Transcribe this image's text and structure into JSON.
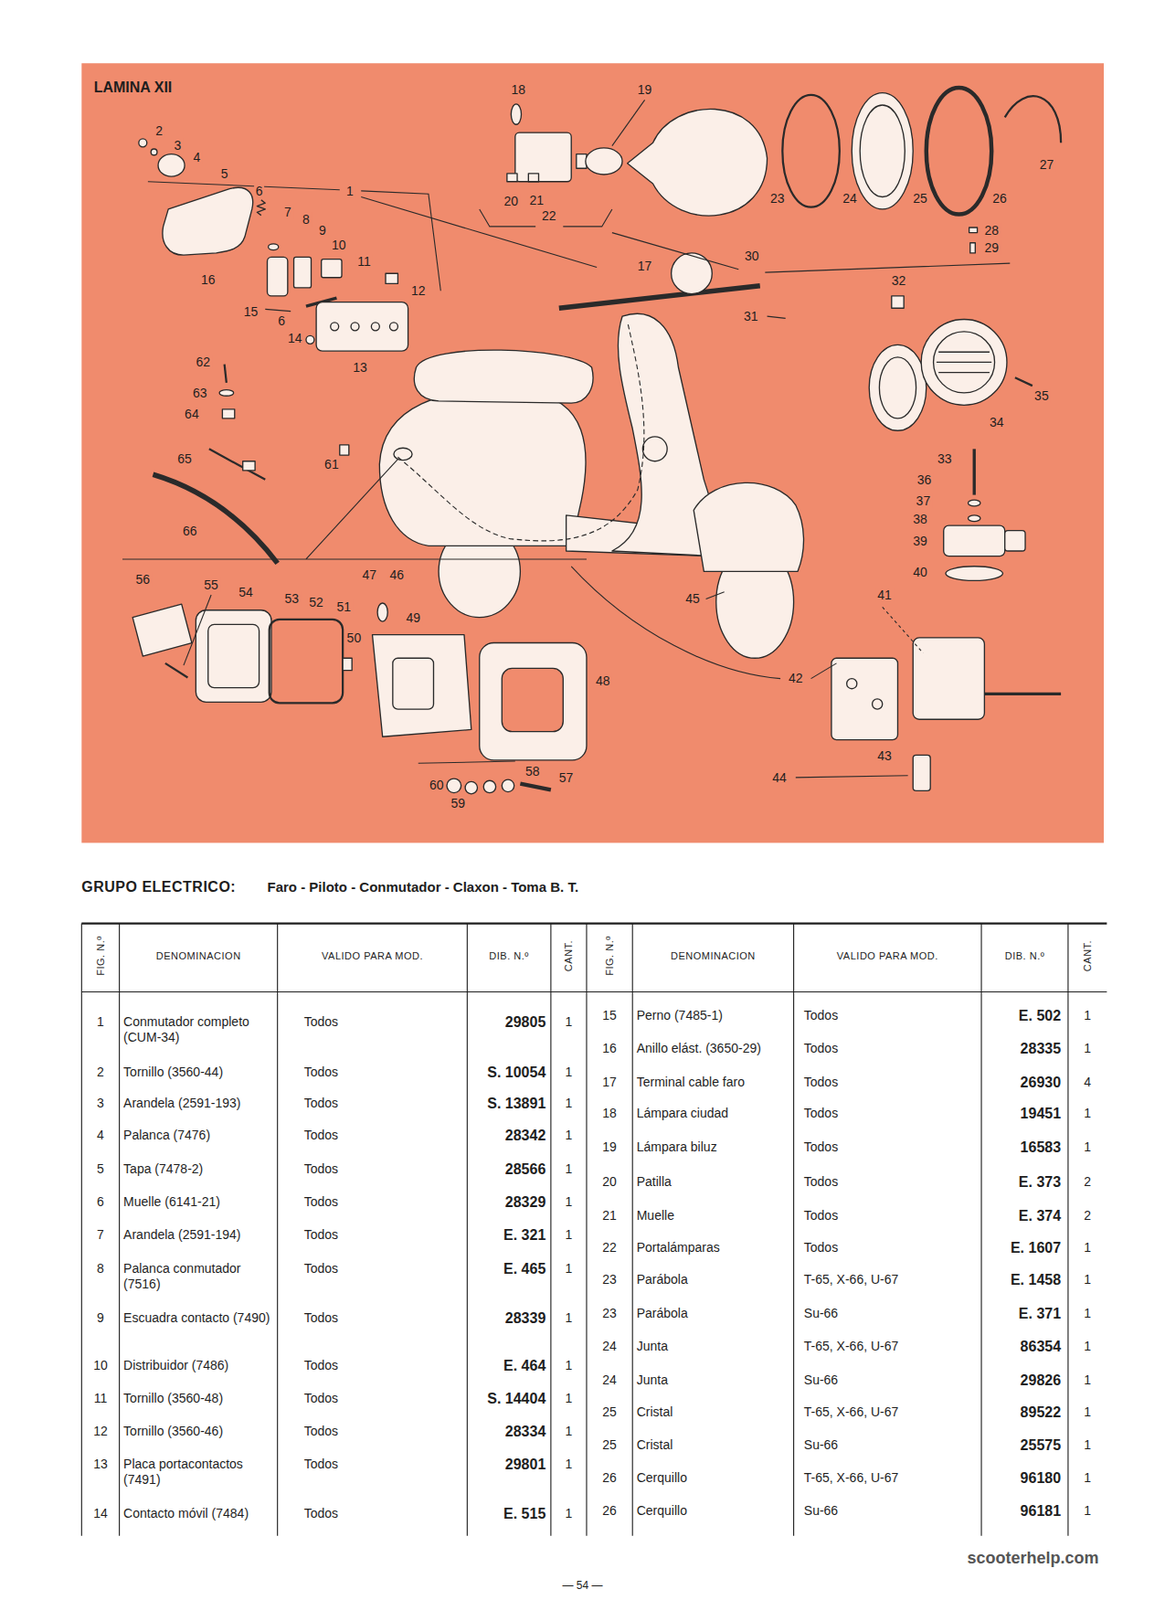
{
  "diagram": {
    "title": "GRUPO ELECTRICO:",
    "labels": [
      "LAMINA XII",
      "18",
      "19",
      "2",
      "3",
      "4",
      "5",
      "6",
      "1",
      "7",
      "8",
      "9",
      "10",
      "11",
      "12",
      "16",
      "15",
      "6",
      "14",
      "13",
      "20",
      "21",
      "22",
      "23",
      "24",
      "25",
      "26",
      "27",
      "28",
      "29",
      "30",
      "17",
      "31",
      "32",
      "35",
      "34",
      "33",
      "36",
      "37",
      "38",
      "39",
      "40",
      "41",
      "42",
      "43",
      "44",
      "45",
      "62",
      "63",
      "64",
      "65",
      "61",
      "66",
      "56",
      "55",
      "54",
      "53",
      "52",
      "51",
      "50",
      "47",
      "46",
      "49",
      "48",
      "60",
      "59",
      "58",
      "57",
      "Faro - Piloto - Conmutador - Claxon - Toma B. T.",
      "FIG. N.º",
      "DENOMINACION",
      "VALIDO PARA MOD.",
      "DIB. N.º",
      "CANT.",
      "1",
      "Conmutador completo (CUM-34)",
      "Todos",
      "29805",
      "1",
      "2",
      "Tornillo (3560-44)",
      "Todos",
      "S. 10054",
      "1",
      "3",
      "Arandela (2591-193)",
      "Todos",
      "S. 13891",
      "1",
      "4",
      "Palanca (7476)",
      "Todos",
      "28342",
      "1",
      "5",
      "Tapa (7478-2)",
      "Todos",
      "28566",
      "1",
      "6",
      "Muelle (6141-21)",
      "Todos",
      "28329",
      "1",
      "7",
      "Arandela (2591-194)",
      "Todos",
      "E. 321",
      "1",
      "8",
      "Palanca conmutador (7516)",
      "Todos",
      "E. 465",
      "1",
      "9",
      "Escuadra contacto (7490)",
      "Todos",
      "28339",
      "1",
      "10",
      "Distribuidor (7486)",
      "Todos",
      "E. 464",
      "1",
      "11",
      "Tornillo (3560-48)",
      "Todos",
      "S. 14404",
      "1",
      "12",
      "Tornillo (3560-46)",
      "Todos",
      "28334",
      "1",
      "13",
      "Placa portacontactos (7491)",
      "Todos",
      "29801",
      "1",
      "14",
      "Contacto móvil (7484)",
      "Todos",
      "E. 515",
      "1",
      "FIG. N.º",
      "DENOMINACION",
      "VALIDO PARA MOD.",
      "DIB. N.º",
      "CANT.",
      "15",
      "Perno (7485-1)",
      "Todos",
      "E. 502",
      "1",
      "16",
      "Anillo elást. (3650-29)",
      "Todos",
      "28335",
      "1",
      "17",
      "Terminal cable faro",
      "Todos",
      "26930",
      "4",
      "18",
      "Lámpara ciudad",
      "Todos",
      "19451",
      "1",
      "19",
      "Lámpara biluz",
      "Todos",
      "16583",
      "1",
      "20",
      "Patilla",
      "Todos",
      "E. 373",
      "2",
      "21",
      "Muelle",
      "Todos",
      "E. 374",
      "2",
      "22",
      "Portalámparas",
      "Todos",
      "E. 1607",
      "1",
      "23",
      "Parábola",
      "T-65, X-66, U-67",
      "E. 1458",
      "1",
      "23",
      "Parábola",
      "Su-66",
      "E. 371",
      "1",
      "24",
      "Junta",
      "T-65, X-66, U-67",
      "86354",
      "1",
      "24",
      "Junta",
      "Su-66",
      "29826",
      "1",
      "25",
      "Cristal",
      "T-65, X-66, U-67",
      "89522",
      "1",
      "25",
      "Cristal",
      "Su-66",
      "25575",
      "1",
      "26",
      "Cerquillo",
      "T-65, X-66, U-67",
      "96180",
      "1",
      "26",
      "Cerquillo",
      "Su-66",
      "96181",
      "1",
      "scooterhelp.com",
      "— 54 —"
    ]
  }
}
